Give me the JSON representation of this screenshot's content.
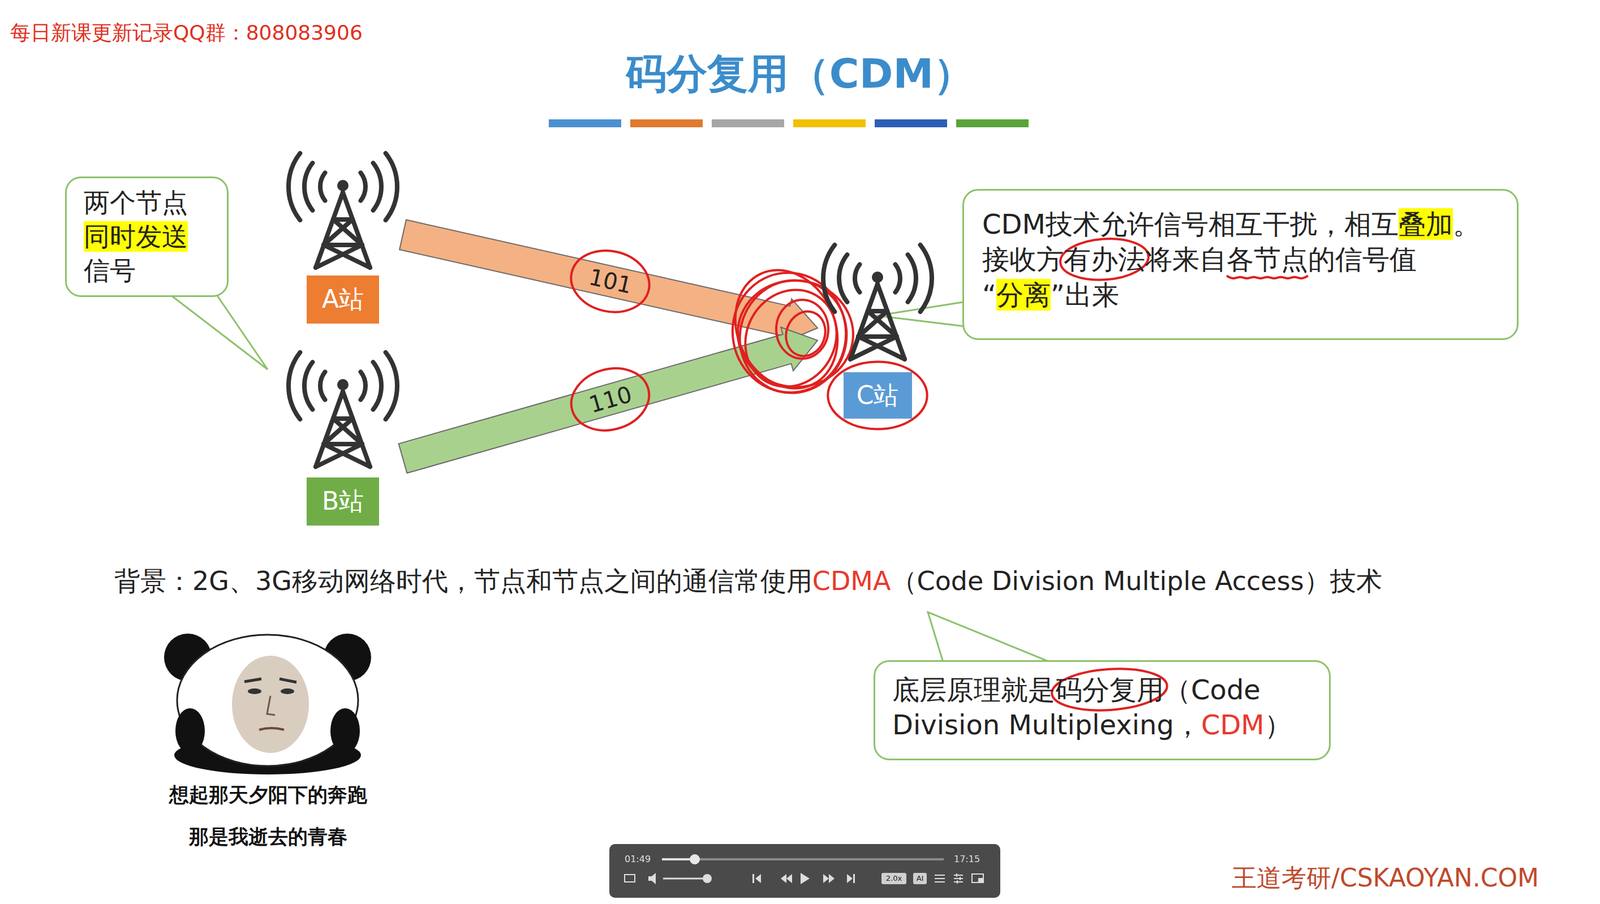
{
  "diagram": {
    "title": "码分复用（CDM）",
    "nodes": [
      {
        "text": [
          "两个节点 同时发送 信号"
        ]
      },
      {
        "text": [
          "A站"
        ]
      },
      {
        "text": [
          "B站"
        ]
      },
      {
        "text": [
          "C站"
        ]
      },
      {
        "text": [
          "CDM技术允许信号相互干扰，相互叠加。接收方有办法将来自各节点的信号值“分离”出来"
        ]
      },
      {
        "text": [
          "底层原理就是码分复用（Code Division Multiplexing，CDM）"
        ]
      }
    ],
    "edges": [
      {
        "from": 1,
        "to": 3,
        "label": "101",
        "arrow": "to"
      },
      {
        "from": 2,
        "to": 3,
        "label": "110",
        "arrow": "to"
      }
    ],
    "labels": [
      "每日新课更新记录QQ群：808083906",
      "背景：2G、3G移动网络时代，节点和节点之间的通信常使用CDMA（Code Division Multiple Access）技术",
      "想起那天夕阳下的奔跑",
      "那是我逝去的青春",
      "01:49",
      "17:15",
      "2.0x",
      "AI",
      "王道考研/CSKAOYAN.COM"
    ]
  }
}
